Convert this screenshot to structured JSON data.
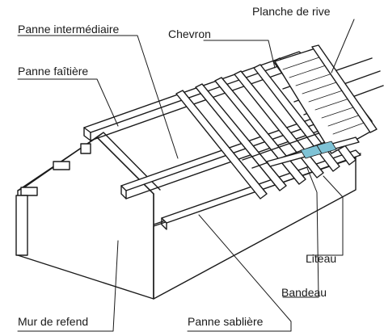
{
  "labels": {
    "planche_de_rive": "Planche de rive",
    "panne_intermediaire": "Panne intermédiaire",
    "chevron": "Chevron",
    "panne_faitiere": "Panne faîtière",
    "liteau": "Liteau",
    "bandeau": "Bandeau",
    "mur_de_refend": "Mur de refend",
    "panne_sabliere": "Panne sablière"
  },
  "colors": {
    "line": "#1a1a1a",
    "wall_fill": "#ffffff",
    "accent_tile": "#7fc3d6"
  }
}
